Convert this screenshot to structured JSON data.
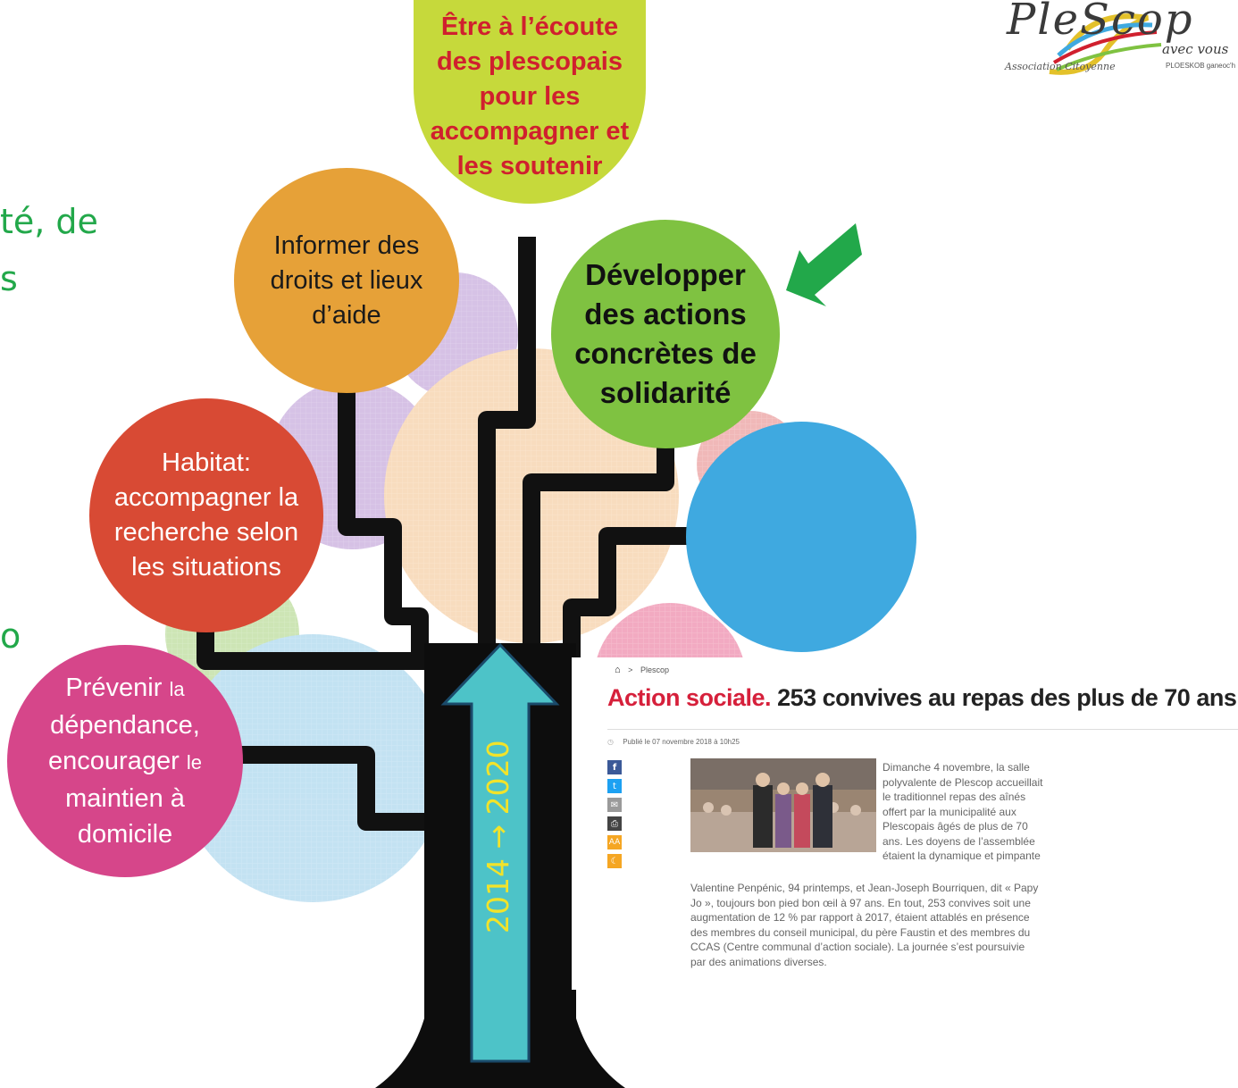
{
  "left_fragments": [
    "té, de",
    "s",
    "o"
  ],
  "logo": {
    "text_main": "PleScop",
    "text_sub": "avec vous",
    "text_assoc": "Association Citoyenne",
    "text_breton": "PLOESKOB ganeoc'h"
  },
  "circles": {
    "top": [
      "Être à l’écoute",
      "des plescopais",
      "pour les",
      "accompagner et",
      "les soutenir"
    ],
    "informer": [
      "Informer des",
      "droits et lieux",
      "d’aide"
    ],
    "developper": [
      "Développer",
      "des actions",
      "concrètes de",
      "solidarité"
    ],
    "habitat": [
      "Habitat:",
      "accompagner la",
      "recherche selon",
      "les situations"
    ],
    "prevenir": [
      "Prévenir",
      "la",
      "dépendance,",
      "encourager",
      "le",
      "maintien à",
      "domicile"
    ],
    "blue": []
  },
  "trunk": {
    "label_start": "2014",
    "label_end": "2020"
  },
  "colors": {
    "green_text": "#22a84a",
    "top_circle": "#c6d93b",
    "top_text": "#d0202e",
    "informer": "#e6a138",
    "developper": "#7fc241",
    "habitat": "#d84a34",
    "prevenir": "#d6468a",
    "blue": "#3fa9e0",
    "trunk_arrow": "#4dc3c8",
    "trunk_text": "#f2e32a"
  },
  "article": {
    "breadcrumb": "Plescop",
    "title_red": "Action sociale.",
    "title_rest": " 253 convives au repas des plus de 70 ans",
    "published": "Publié le 07 novembre 2018 à 10h25",
    "share_icons": [
      "facebook-icon",
      "twitter-icon",
      "mail-icon",
      "print-icon",
      "font-size-icon",
      "night-mode-icon"
    ],
    "paragraph_side": [
      "Dimanche 4 novembre, la salle",
      "polyvalente de Plescop accueillait",
      "le traditionnel repas des aînés",
      "offert par la municipalité aux",
      "Plescopais âgés de plus de 70",
      "ans. Les doyens de l’assemblée",
      "étaient la dynamique et pimpante"
    ],
    "paragraph_full": [
      "Valentine Penpénic, 94 printemps, et Jean-Joseph Bourriquen, dit « Papy",
      "Jo », toujours bon pied bon œil à 97 ans. En tout, 253 convives soit une",
      "augmentation de 12 % par rapport à 2017, étaient attablés en présence",
      "des membres du conseil municipal, du père Faustin et des membres du",
      "CCAS (Centre communal d’action sociale). La journée s’est poursuivie",
      "par des animations diverses."
    ]
  }
}
